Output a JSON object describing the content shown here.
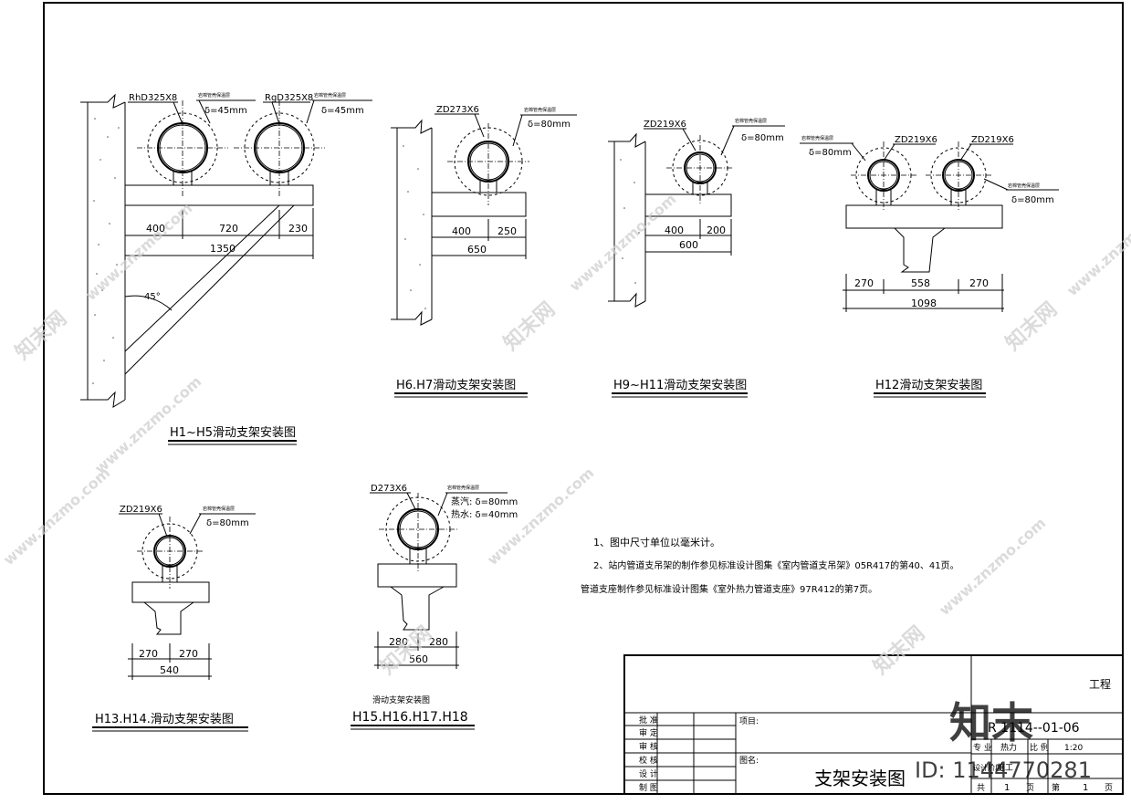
{
  "figures": {
    "h1_h5": {
      "pipe1": "RhD325X8",
      "pipe2": "RgD325X8",
      "insul_label": "岩棉管壳保温层",
      "insul_thk1": "δ=45mm",
      "insul_thk2": "δ=45mm",
      "dims_top": [
        "400",
        "720",
        "230"
      ],
      "dim_total": "1350",
      "angle": "45°",
      "caption": "H1~H5滑动支架安装图"
    },
    "h6_h7": {
      "pipe": "ZD273X6",
      "insul_label": "岩棉管壳保温层",
      "insul_thk": "δ=80mm",
      "dims_top": [
        "400",
        "250"
      ],
      "dim_total": "650",
      "caption": "H6.H7滑动支架安装图"
    },
    "h9_h11": {
      "pipe": "ZD219X6",
      "insul_label": "岩棉管壳保温层",
      "insul_thk": "δ=80mm",
      "dims_top": [
        "400",
        "200"
      ],
      "dim_total": "600",
      "caption": "H9~H11滑动支架安装图"
    },
    "h12": {
      "pipe1": "ZD219X6",
      "pipe2": "ZD219X6",
      "insul_label1": "岩棉管壳保温层",
      "insul_thk1": "δ=80mm",
      "insul_label2": "岩棉管壳保温层",
      "insul_thk2": "δ=80mm",
      "dims_top": [
        "270",
        "558",
        "270"
      ],
      "dim_total": "1098",
      "caption": "H12滑动支架安装图"
    },
    "h13_h14": {
      "pipe": "ZD219X6",
      "insul_label": "岩棉管壳保温层",
      "insul_thk": "δ=80mm",
      "dims_top": [
        "270",
        "270"
      ],
      "dim_total": "540",
      "caption": "H13.H14.滑动支架安装图"
    },
    "h15_h18": {
      "pipe": "D273X6",
      "insul_label": "岩棉管壳保温层",
      "insul_thk1": "蒸汽: δ=80mm",
      "insul_thk2": "热水: δ=40mm",
      "dims_top": [
        "280",
        "280"
      ],
      "dim_total": "560",
      "caption_top": "滑动支架安装图",
      "caption": "H15.H16.H17.H18"
    }
  },
  "notes": [
    "1、图中尺寸单位以毫米计。",
    "2、站内管道支吊架的制作参见标准设计图集《室内管道支吊架》05R417的第40、41页。",
    "管道支座制作参见标准设计图集《室外热力管道支座》97R412的第7页。"
  ],
  "title_block": {
    "project_suffix": "工程",
    "drawing_no": "R 1114--01-06",
    "roles": [
      "批 准",
      "审 定",
      "审 核",
      "校 核",
      "设 计",
      "制 图"
    ],
    "project_label": "项目:",
    "drawing_name_label": "图名:",
    "drawing_name": "支架安装图",
    "discipline_label": "专 业",
    "discipline": "热力",
    "scale_label": "比 例",
    "scale": "1:20",
    "design_stage_label": "设计阶段",
    "design_stage": "施工",
    "total_label": "共",
    "total": "1",
    "page_unit": "页",
    "page_label": "第",
    "page": "1"
  },
  "watermark": {
    "site": "www.znzmo.com",
    "brand": "知末网",
    "logo": "知末",
    "id_text": "ID: 1144770281"
  }
}
